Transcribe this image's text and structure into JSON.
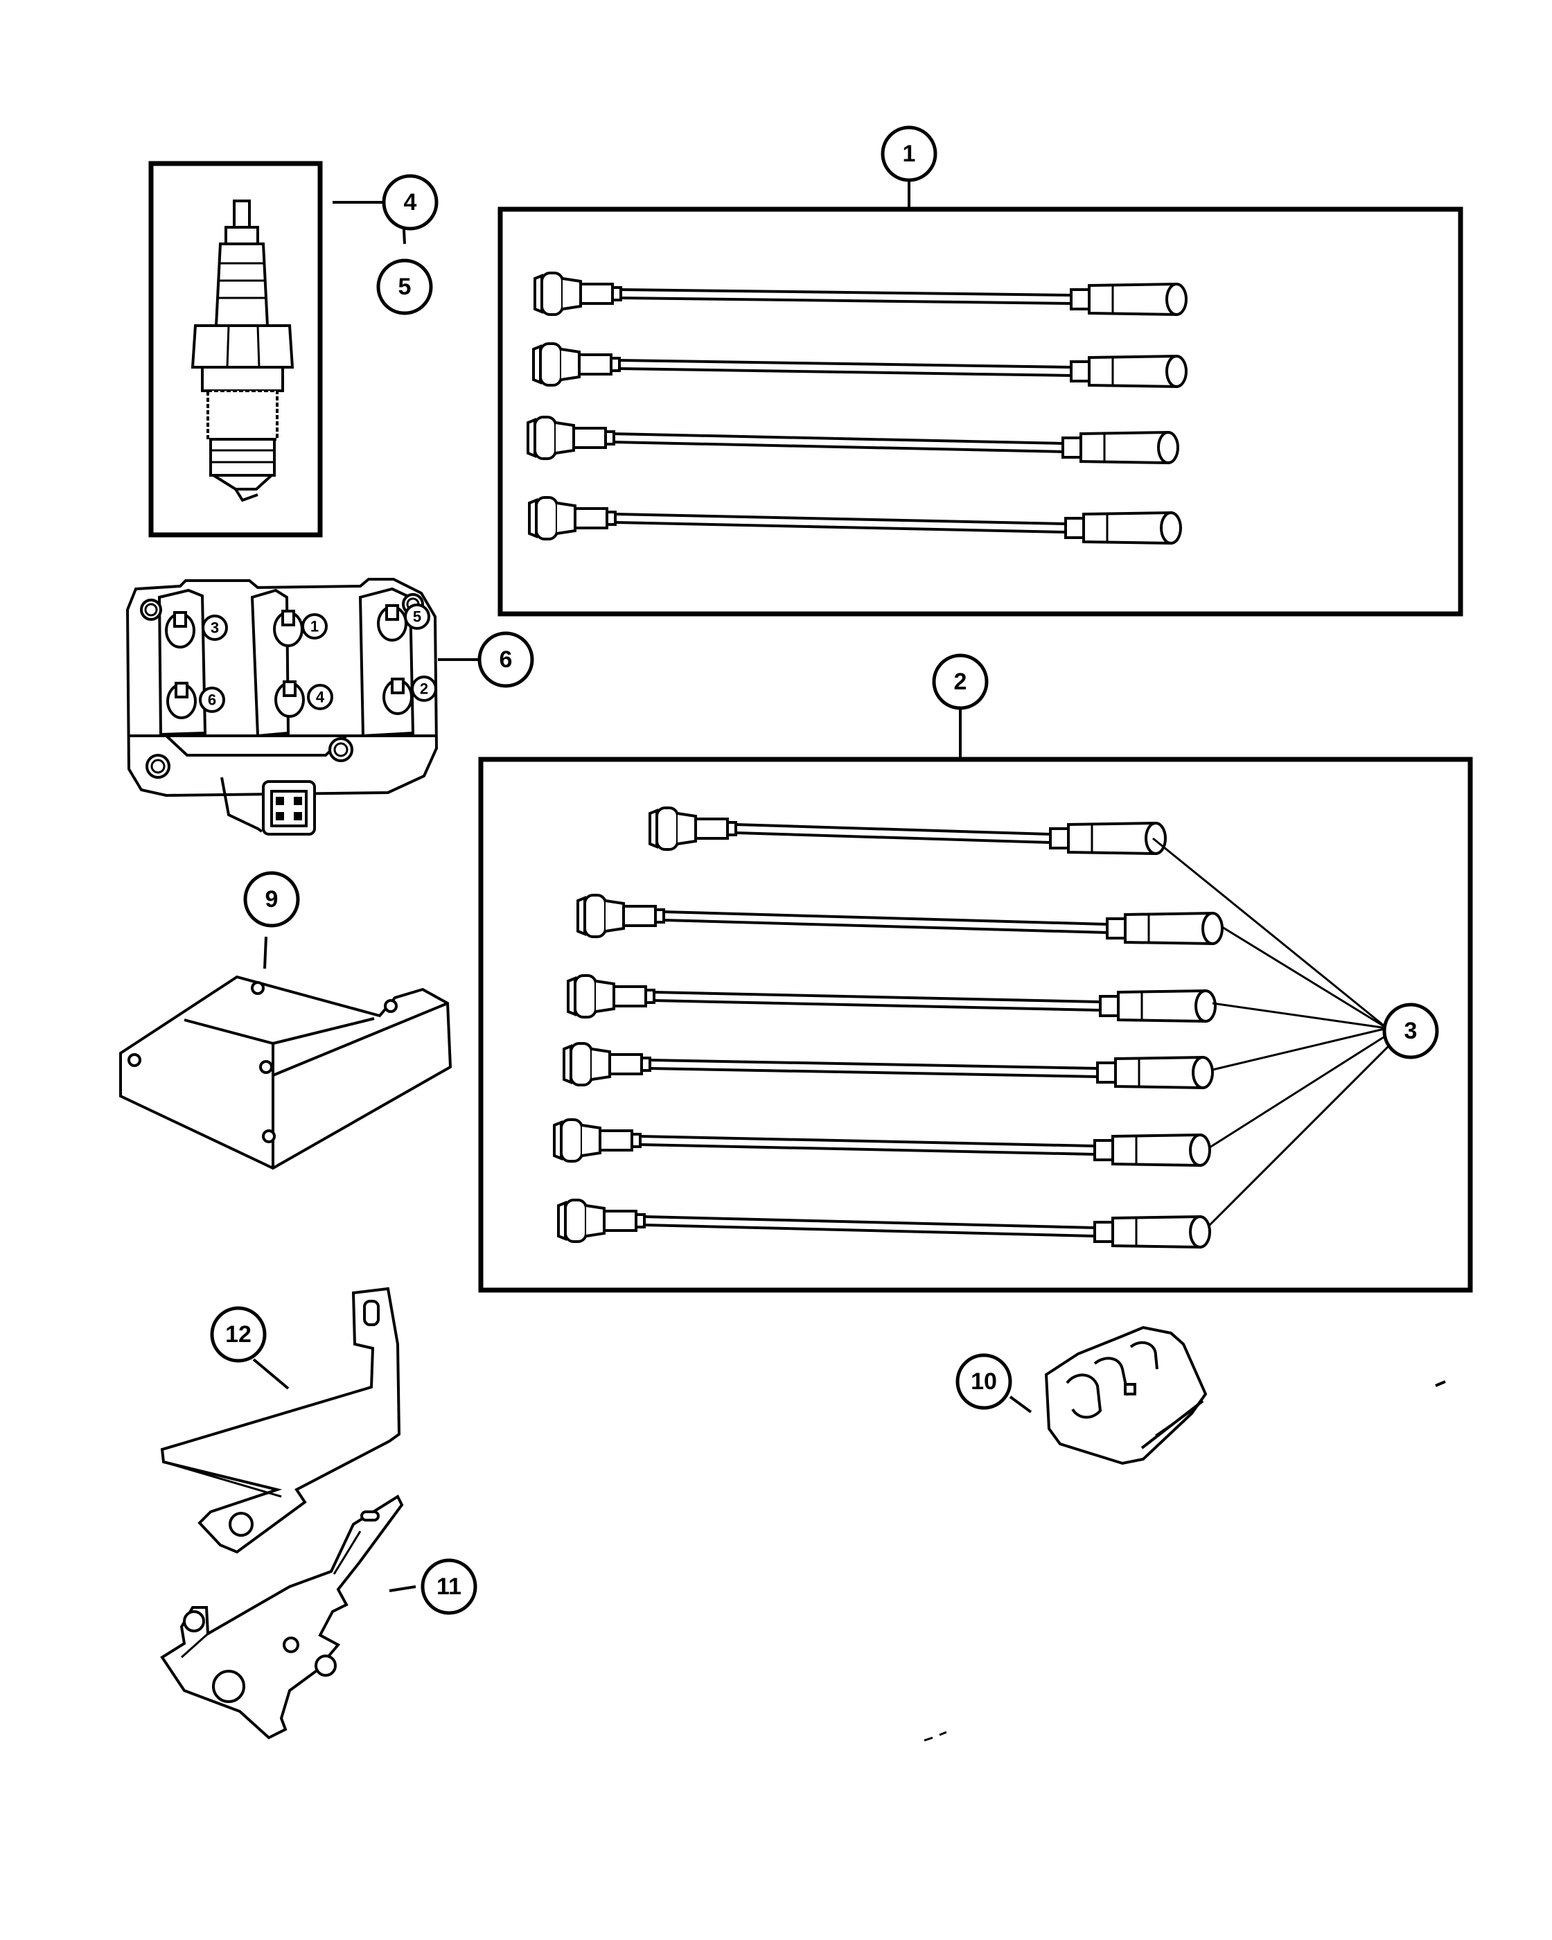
{
  "diagram": {
    "callouts": [
      {
        "id": "1",
        "label": "1"
      },
      {
        "id": "2",
        "label": "2"
      },
      {
        "id": "3",
        "label": "3"
      },
      {
        "id": "4",
        "label": "4"
      },
      {
        "id": "5",
        "label": "5"
      },
      {
        "id": "6",
        "label": "6"
      },
      {
        "id": "9",
        "label": "9"
      },
      {
        "id": "10",
        "label": "10"
      },
      {
        "id": "11",
        "label": "11"
      },
      {
        "id": "12",
        "label": "12"
      }
    ],
    "coil_tower_numbers": [
      "3",
      "1",
      "5",
      "6",
      "4",
      "2"
    ]
  }
}
